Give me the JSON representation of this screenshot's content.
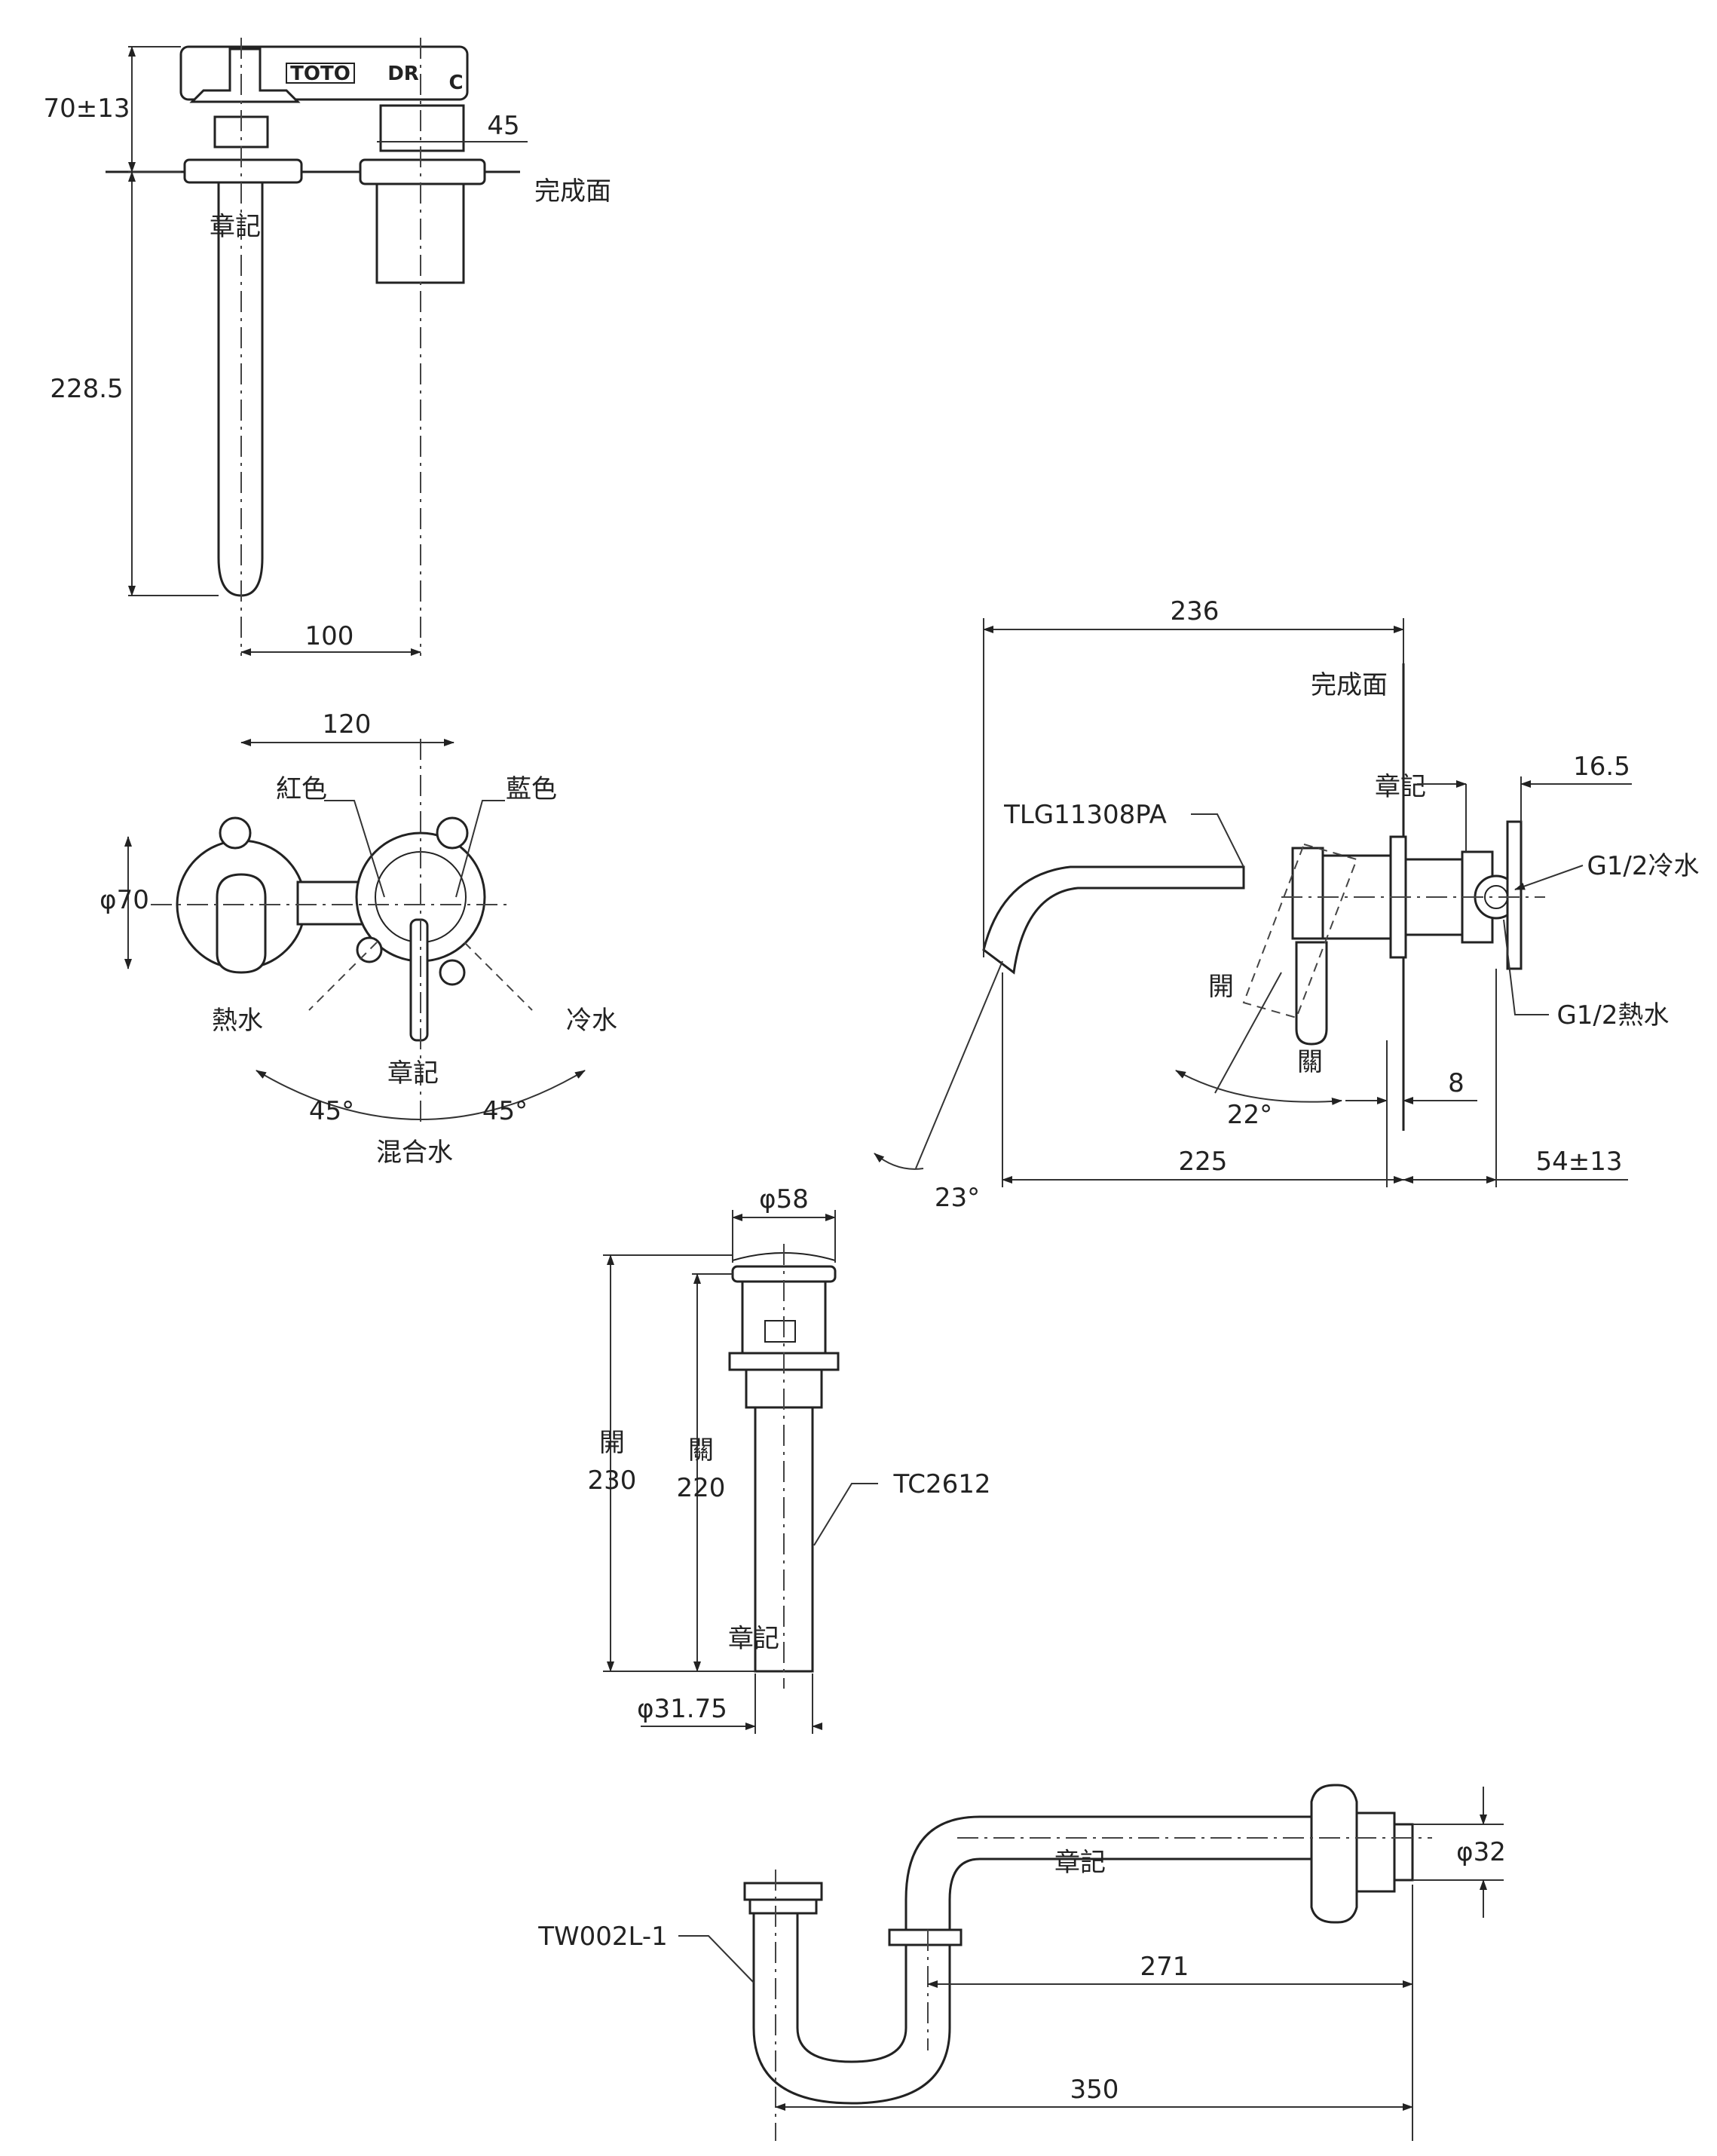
{
  "labels": {
    "top_dim_70": "70±13",
    "top_dim_45": "45",
    "finish_surface": "完成面",
    "mark": "章記",
    "top_dim_228": "228.5",
    "top_dim_100": "100",
    "brand": "TOTO",
    "dr": "DR",
    "c": "C",
    "front_dim_120": "120",
    "red": "紅色",
    "blue": "藍色",
    "phi70": "φ70",
    "hot_water": "熱水",
    "cold_water": "冷水",
    "angle_45": "45°",
    "mixed_water": "混合水",
    "side_dim_236": "236",
    "model_faucet": "TLG11308PA",
    "side_dim_165": "16.5",
    "g12_cold": "G1/2冷水",
    "g12_hot": "G1/2熱水",
    "open": "開",
    "close": "關",
    "angle_22": "22°",
    "angle_23": "23°",
    "side_dim_8": "8",
    "side_dim_225": "225",
    "side_dim_54": "54±13",
    "drain_dim_58": "φ58",
    "drain_dim_230": "230",
    "drain_dim_220": "220",
    "model_drain": "TC2612",
    "drain_dim_3175": "φ31.75",
    "trap_dim_32": "φ32",
    "model_trap": "TW002L-1",
    "trap_dim_271": "271",
    "trap_dim_350": "350"
  }
}
